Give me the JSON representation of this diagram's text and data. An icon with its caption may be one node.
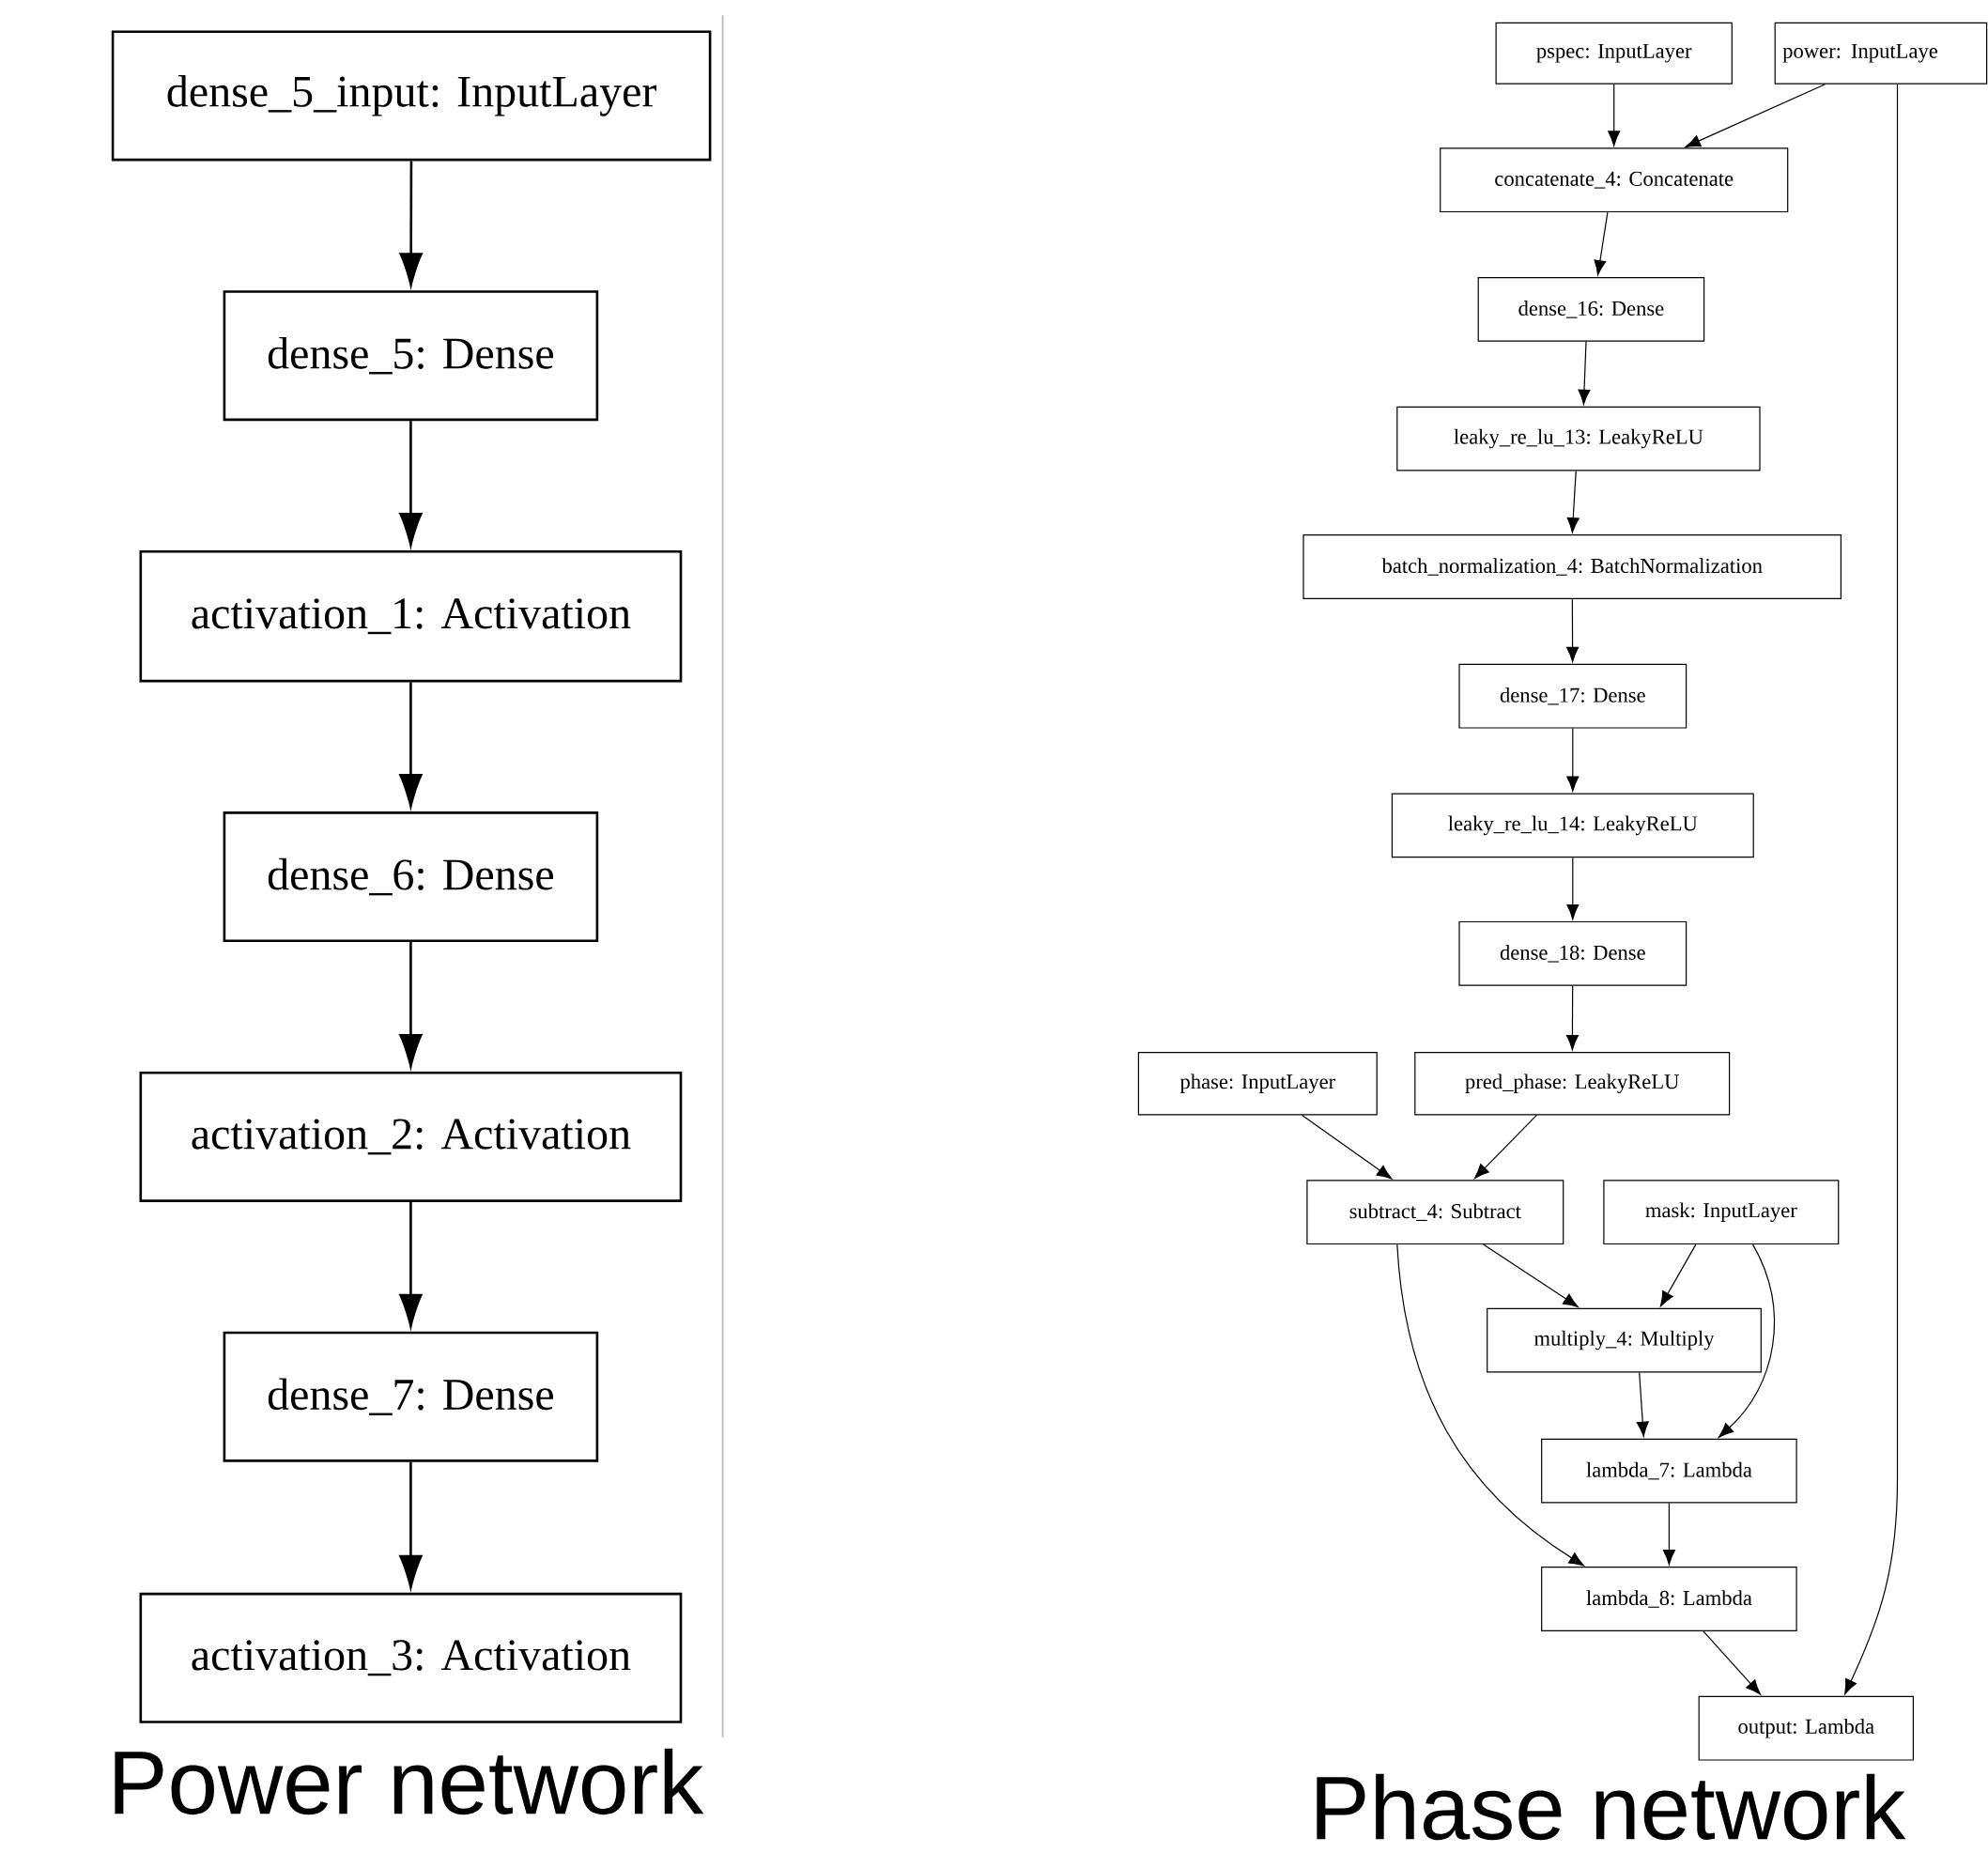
{
  "diagram": {
    "nodes": [
      {
        "text": [
          "dense_5_input: InputLayer"
        ]
      },
      {
        "text": [
          "dense_5: Dense"
        ]
      },
      {
        "text": [
          "activation_1: Activation"
        ]
      },
      {
        "text": [
          "dense_6: Dense"
        ]
      },
      {
        "text": [
          "activation_2: Activation"
        ]
      },
      {
        "text": [
          "dense_7: Dense"
        ]
      },
      {
        "text": [
          "activation_3: Activation"
        ]
      },
      {
        "text": [
          "pspec: InputLayer"
        ]
      },
      {
        "text": [
          "power: InputLaye"
        ]
      },
      {
        "text": [
          "concatenate_4: Concatenate"
        ]
      },
      {
        "text": [
          "dense_16: Dense"
        ]
      },
      {
        "text": [
          "leaky_re_lu_13: LeakyReLU"
        ]
      },
      {
        "text": [
          "batch_normalization_4: BatchNormalization"
        ]
      },
      {
        "text": [
          "dense_17: Dense"
        ]
      },
      {
        "text": [
          "leaky_re_lu_14: LeakyReLU"
        ]
      },
      {
        "text": [
          "dense_18: Dense"
        ]
      },
      {
        "text": [
          "phase: InputLayer"
        ]
      },
      {
        "text": [
          "pred_phase: LeakyReLU"
        ]
      },
      {
        "text": [
          "subtract_4: Subtract"
        ]
      },
      {
        "text": [
          "mask: InputLayer"
        ]
      },
      {
        "text": [
          "multiply_4: Multiply"
        ]
      },
      {
        "text": [
          "lambda_7: Lambda"
        ]
      },
      {
        "text": [
          "lambda_8: Lambda"
        ]
      },
      {
        "text": [
          "output: Lambda"
        ]
      }
    ],
    "edges": [
      {
        "from": 0,
        "to": 1,
        "arrow": "to"
      },
      {
        "from": 1,
        "to": 2,
        "arrow": "to"
      },
      {
        "from": 2,
        "to": 3,
        "arrow": "to"
      },
      {
        "from": 3,
        "to": 4,
        "arrow": "to"
      },
      {
        "from": 4,
        "to": 5,
        "arrow": "to"
      },
      {
        "from": 5,
        "to": 6,
        "arrow": "to"
      },
      {
        "from": 7,
        "to": 9,
        "arrow": "to"
      },
      {
        "from": 8,
        "to": 9,
        "arrow": "to"
      },
      {
        "from": 8,
        "to": 23,
        "arrow": "to"
      },
      {
        "from": 9,
        "to": 10,
        "arrow": "to"
      },
      {
        "from": 10,
        "to": 11,
        "arrow": "to"
      },
      {
        "from": 11,
        "to": 12,
        "arrow": "to"
      },
      {
        "from": 12,
        "to": 13,
        "arrow": "to"
      },
      {
        "from": 13,
        "to": 14,
        "arrow": "to"
      },
      {
        "from": 14,
        "to": 15,
        "arrow": "to"
      },
      {
        "from": 15,
        "to": 17,
        "arrow": "to"
      },
      {
        "from": 16,
        "to": 18,
        "arrow": "to"
      },
      {
        "from": 17,
        "to": 18,
        "arrow": "to"
      },
      {
        "from": 18,
        "to": 20,
        "arrow": "to"
      },
      {
        "from": 19,
        "to": 20,
        "arrow": "to"
      },
      {
        "from": 18,
        "to": 22,
        "arrow": "to"
      },
      {
        "from": 19,
        "to": 21,
        "arrow": "to"
      },
      {
        "from": 20,
        "to": 21,
        "arrow": "to"
      },
      {
        "from": 21,
        "to": 22,
        "arrow": "to"
      },
      {
        "from": 22,
        "to": 23,
        "arrow": "to"
      }
    ],
    "labels": [
      "Power network",
      "Phase network"
    ]
  }
}
